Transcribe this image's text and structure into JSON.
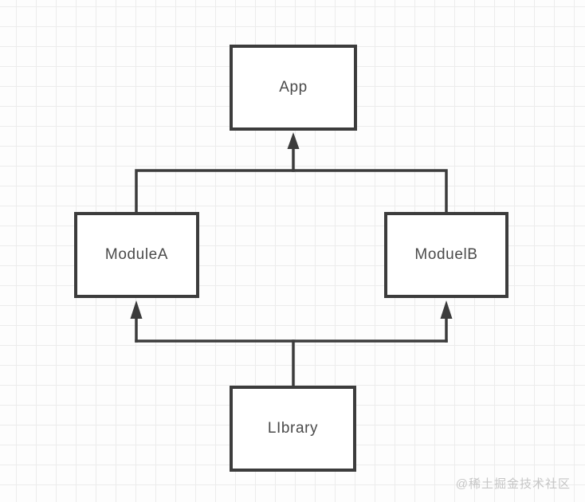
{
  "diagram": {
    "type": "dependency-graph",
    "nodes": [
      {
        "id": "app",
        "label": "App"
      },
      {
        "id": "module-a",
        "label": "ModuleA"
      },
      {
        "id": "moduel-b",
        "label": "ModuelB"
      },
      {
        "id": "library",
        "label": "LIbrary"
      }
    ],
    "edges": [
      {
        "from": "module-a",
        "to": "app"
      },
      {
        "from": "moduel-b",
        "to": "app"
      },
      {
        "from": "library",
        "to": "module-a"
      },
      {
        "from": "library",
        "to": "moduel-b"
      }
    ],
    "colors": {
      "stroke": "#3c3c3c",
      "node_background": "#ffffff",
      "canvas_background": "#fdfdfd",
      "grid_line": "#ececec",
      "label_text": "#4a4a4a",
      "watermark_text": "#c6c6c6"
    }
  },
  "watermark": {
    "text": "@稀土掘金技术社区"
  }
}
